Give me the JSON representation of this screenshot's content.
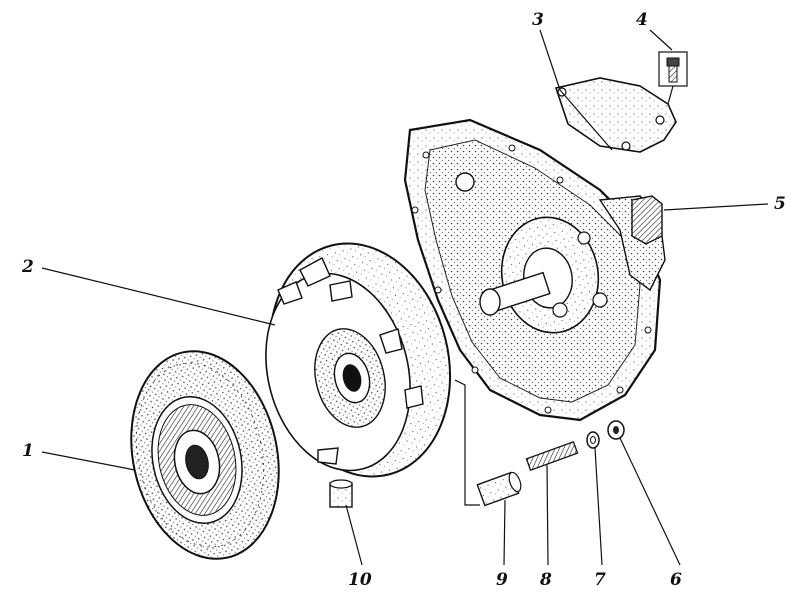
{
  "callouts": [
    {
      "id": "1",
      "text": "1"
    },
    {
      "id": "2",
      "text": "2"
    },
    {
      "id": "3",
      "text": "3"
    },
    {
      "id": "4",
      "text": "4"
    },
    {
      "id": "5",
      "text": "5"
    },
    {
      "id": "6",
      "text": "6"
    },
    {
      "id": "7",
      "text": "7"
    },
    {
      "id": "8",
      "text": "8"
    },
    {
      "id": "9",
      "text": "9"
    },
    {
      "id": "10",
      "text": "10"
    }
  ],
  "colors": {
    "ink": "#111111",
    "paper": "#ffffff",
    "shade": "#9a9a9a"
  }
}
